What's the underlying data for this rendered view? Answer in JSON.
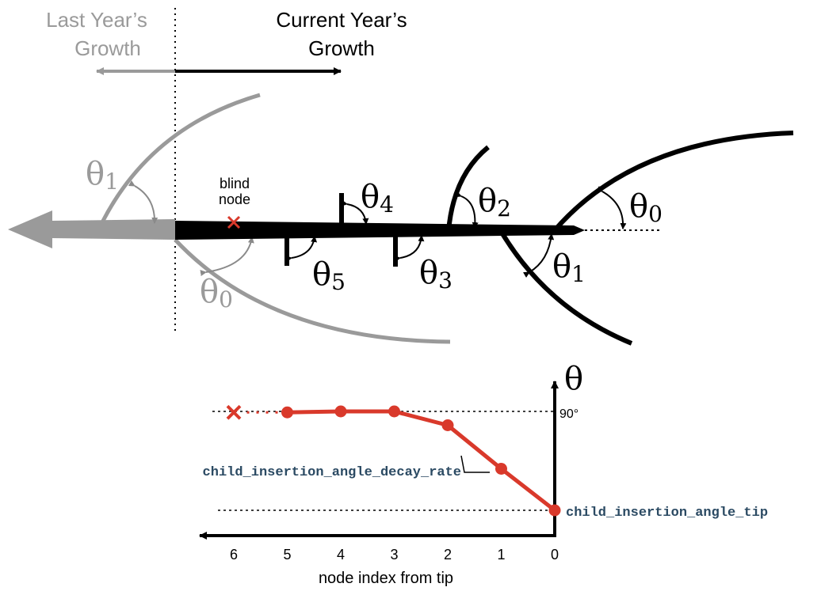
{
  "header": {
    "last_year_line1": "Last Year’s",
    "last_year_line2": "Growth",
    "current_year_line1": "Current Year’s",
    "current_year_line2": "Growth"
  },
  "branch": {
    "blind_node_line1": "blind",
    "blind_node_line2": "node",
    "theta_symbol": "θ",
    "angle_labels": {
      "old_theta1_sub": "1",
      "old_theta0_sub": "0",
      "theta4_sub": "4",
      "theta5_sub": "5",
      "theta3_sub": "3",
      "theta2_sub": "2",
      "tip_theta1_sub": "1",
      "tip_theta0_sub": "0"
    }
  },
  "colors": {
    "current": "#000000",
    "previous": "#9a9a9a",
    "plot_line": "#d9392b",
    "parameter_text": "#2b4a63"
  },
  "chart_data": {
    "type": "line",
    "xlabel": "node index from tip",
    "ylabel": "θ",
    "y_marker_label": "90°",
    "x_ticks": [
      "6",
      "5",
      "4",
      "3",
      "2",
      "1",
      "0"
    ],
    "x_direction": "reversed",
    "x": [
      0,
      1,
      2,
      3,
      4,
      5
    ],
    "y": [
      0.0,
      0.42,
      0.86,
      1.0,
      1.0,
      0.99
    ],
    "blind_node_x": 6,
    "annotations": {
      "decay_rate": "child_insertion_angle_decay_rate",
      "tip": "child_insertion_angle_tip"
    }
  }
}
